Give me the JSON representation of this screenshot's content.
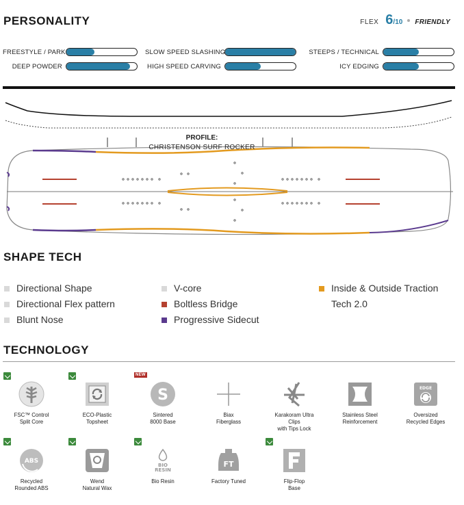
{
  "personality": {
    "title": "PERSONALITY",
    "flex_label": "FLEX",
    "flex_value": "6",
    "flex_max": "/10",
    "flex_word": "FRIENDLY",
    "flex_color": "#2a7fa6",
    "ratings": [
      {
        "label": "FREESTYLE / PARK",
        "level": 0.4
      },
      {
        "label": "DEEP POWDER",
        "level": 0.9
      },
      {
        "label": "SLOW SPEED SLASHING",
        "level": 1.0
      },
      {
        "label": "HIGH SPEED CARVING",
        "level": 0.5
      },
      {
        "label": "STEEPS / TECHNICAL",
        "level": 0.5
      },
      {
        "label": "ICY EDGING",
        "level": 0.5
      }
    ]
  },
  "profile": {
    "title": "PROFILE:",
    "name": "CHRISTENSON SURF ROCKER"
  },
  "shape_tech": {
    "title": "SHAPE TECH",
    "items": [
      {
        "label": "Directional Shape",
        "color": "#d9d9d9"
      },
      {
        "label": "Directional Flex pattern",
        "color": "#d9d9d9"
      },
      {
        "label": "Blunt Nose",
        "color": "#d9d9d9"
      },
      {
        "label": "V-core",
        "color": "#d9d9d9"
      },
      {
        "label": "Boltless Bridge",
        "color": "#b5412f"
      },
      {
        "label": "Progressive Sidecut",
        "color": "#5a3a8e"
      },
      {
        "label": "Inside & Outside Traction Tech 2.0",
        "color": "#e39a1f"
      }
    ]
  },
  "technology": {
    "title": "TECHNOLOGY",
    "badge_new": "NEW",
    "items": [
      {
        "line1": "FSC™ Control",
        "line2": "Split Core",
        "icon": "tree-icon"
      },
      {
        "line1": "ECO-Plastic",
        "line2": "Topsheet",
        "icon": "recycle-sheet-icon"
      },
      {
        "line1": "Sintered",
        "line2": "8000 Base",
        "icon": "sintered-base-icon"
      },
      {
        "line1": "Biax",
        "line2": "Fiberglass",
        "icon": "biax-icon"
      },
      {
        "line1": "Karakoram Ultra Clips",
        "line2": "with Tips Lock",
        "icon": "clips-icon"
      },
      {
        "line1": "Stainless Steel",
        "line2": "Reinforcement",
        "icon": "steel-icon"
      },
      {
        "line1": "Oversized",
        "line2": "Recycled Edges",
        "icon": "edge-icon",
        "icon_text": "EDGE"
      },
      {
        "line1": "Recycled",
        "line2": "Rounded ABS",
        "icon": "abs-icon",
        "icon_text": "ABS"
      },
      {
        "line1": "Wend",
        "line2": "Natural Wax",
        "icon": "wax-icon"
      },
      {
        "line1": "Bio Resin",
        "line2": "",
        "icon": "bio-resin-icon",
        "icon_text1": "BIO",
        "icon_text2": "RESIN"
      },
      {
        "line1": "Factory Tuned",
        "line2": "",
        "icon": "factory-tuned-icon",
        "icon_text": "FT"
      },
      {
        "line1": "Flip-Flop",
        "line2": "Base",
        "icon": "flip-flop-icon"
      }
    ]
  }
}
